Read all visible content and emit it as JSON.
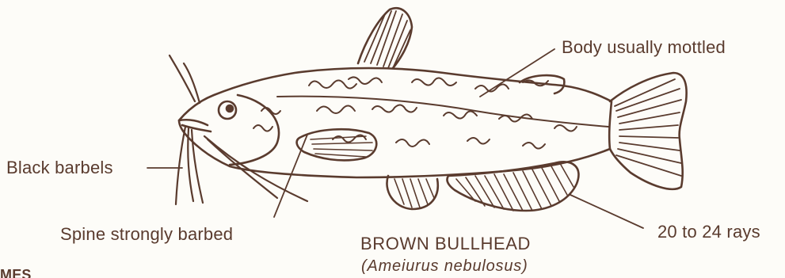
{
  "diagram": {
    "subject": {
      "common_name": "BROWN BULLHEAD",
      "scientific_name": "(Ameiurus nebulosus)"
    },
    "labels": {
      "body": "Body usually mottled",
      "barbels": "Black barbels",
      "spine": "Spine strongly barbed",
      "rays": "20 to 24 rays"
    },
    "page_fragment": "MES"
  },
  "colors": {
    "ink": "#5a3b2e",
    "paper": "#fdfcf8"
  }
}
